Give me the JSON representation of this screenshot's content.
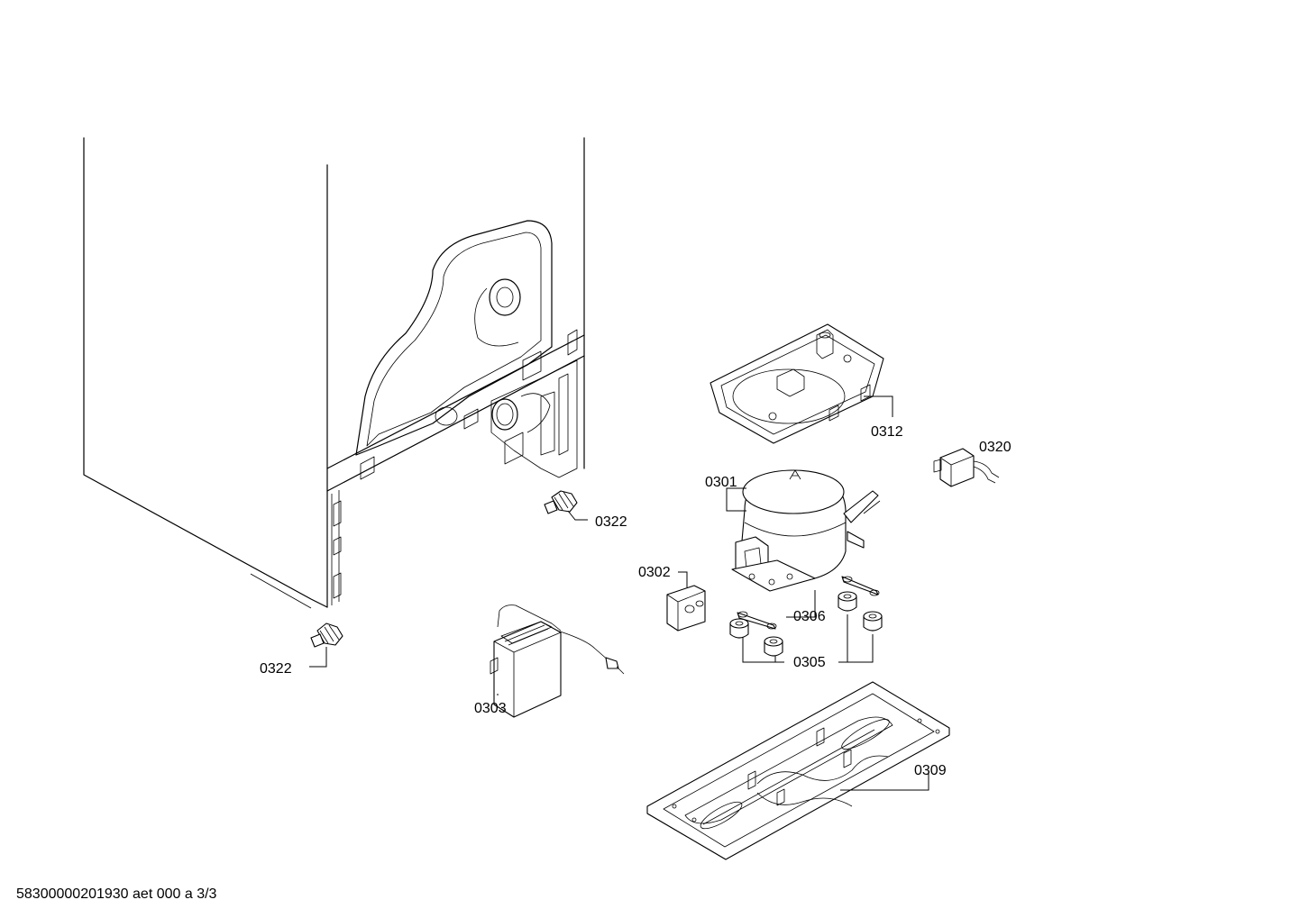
{
  "labels": {
    "p0322a": "0322",
    "p0322b": "0322",
    "p0301": "0301",
    "p0302": "0302",
    "p0303": "0303",
    "p0305": "0305",
    "p0306": "0306",
    "p0309": "0309",
    "p0312": "0312",
    "p0320": "0320"
  },
  "footer": "58300000201930 aet 000 a 3/3"
}
